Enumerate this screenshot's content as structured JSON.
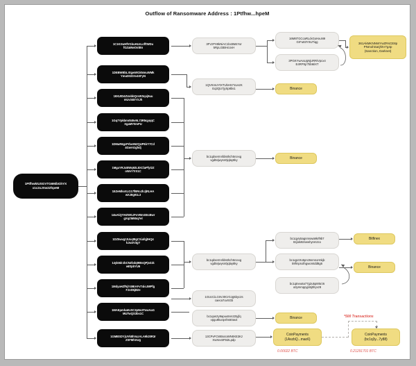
{
  "title": "Outflow of Ransomware Address : 1Ptfhw...hpeM",
  "diagram": {
    "type": "flow-graph",
    "root": {
      "line1": "1PtfhwktUSGVTG6MibGhYX",
      "line2": "x1c2xJXw2ZhpeM"
    },
    "col1": [
      {
        "id": "c1n1",
        "line1": "1C1KXwHfVGbuHUzLofftWDu",
        "line2": "fGZaMwOstBn"
      },
      {
        "id": "c1n2",
        "line1": "1DEBWBbLXtgwWGkNmuWMk",
        "line2": "YmuDGDXv4XFyN"
      },
      {
        "id": "c1n3",
        "line1": "19XUtD4ZUobbQrxWSqvj9uu",
        "line2": "mUv34EYXJh"
      },
      {
        "id": "c1n4",
        "line1": "1Gq7Ypkbmr845v9L73R5qyqqC",
        "line2": "XgaMY0mPU"
      },
      {
        "id": "c1n5",
        "line1": "1DMuR6gzPrbo95ZQUP8irY7Cd",
        "line2": "4GwAGghdj"
      },
      {
        "id": "c1n6",
        "line1": "1MgaYRJxBWq92L8XClaPfyt2Z",
        "line2": "oWvYTrX1C"
      },
      {
        "id": "c1n7",
        "line1": "1EZeMhoXLG17fBRoJhJjRLHA",
        "line2": "wXJ8g91L3"
      },
      {
        "id": "c1n8",
        "line1": "14wAiQYHZWGJFoVBmSEcBwr",
        "line2": "gXqZMN5q7el"
      },
      {
        "id": "c1n9",
        "line1": "1DZ5wvgtJUxqt8gCXiafqjtHQ4",
        "line2": "hJw2V3gY"
      },
      {
        "id": "c1n10",
        "line1": "14yk8drJbCNZbdqt9BsQPjeZzk",
        "line2": "wEtpbYU6"
      },
      {
        "id": "c1n11",
        "line1": "1MdyaHZfNjY49EAFvT4ioJMPfg",
        "line2": "FJvD5jB2e"
      },
      {
        "id": "c1n12",
        "line1": "1MAEpmhaEvSC3pNs3TowAaG",
        "line2": "MUTwQS3bs1C"
      },
      {
        "id": "c1n13",
        "line1": "1GMBSDYjUVk8hVazALA9k20R3r",
        "line2": "ZSFMhXUg"
      }
    ],
    "col2": [
      {
        "id": "c2n1",
        "line1": "3FVzPX9kNiAC1bcBM4Yor",
        "line2": "5RpLGtBHcUvH"
      },
      {
        "id": "c2n2",
        "line1": "1QVKmUYtXTUbHS71UezK",
        "line2": "Eq3QU7jySp8bs1"
      },
      {
        "id": "c2n3",
        "line1": "bc1qdsermnfds6hch5rcexg",
        "line2": "vgd5sjwysn0jqlay8ky"
      },
      {
        "id": "c2n4",
        "line1": "bc1qdsermnfds6hch5rcexg",
        "line2": "vgd5sjwysn0jqlay8ky"
      },
      {
        "id": "c2n5",
        "line1": "1GUcCiLC6VJ0CrGJg5byc2s",
        "line2": "caeca7uvSGb"
      },
      {
        "id": "c2n6",
        "line1": "bc1qan2y9apuu5nn22tyjfq",
        "line2": "vpgu8kurqvths60as4"
      },
      {
        "id": "c2n7",
        "line1": "13CPvFCWBs4oWN9XE3Kz",
        "line2": "XwXex5F5t2Lpdp"
      }
    ],
    "col3": [
      {
        "id": "c3n1",
        "line1": "16M6TGCcaRLckGoHxuN9",
        "line2": "GrFu83YSUTiqg"
      },
      {
        "id": "c3n2",
        "line1": "3PGKYwAaUgNjURRiVpcx4",
        "line2": "E4RPSjr7bbMiXT"
      },
      {
        "id": "c3n3",
        "line1": "bc1qyry5agnmswa9krf9b7",
        "line2": "8zjats92sewhynm2cx"
      },
      {
        "id": "c3n4",
        "line1": "bc1qpzzto5pnz6smnormkjk",
        "line2": "59fmpruifngwomtdd8g6"
      },
      {
        "id": "c3n5",
        "line1": "bc1qtneu6a77g2u5p8r5rz6",
        "line2": "a3ymmppyjs5j0lryxz8"
      }
    ],
    "exchanges": [
      {
        "id": "ex1",
        "label": "Binance"
      },
      {
        "id": "ex2",
        "label": "Binance"
      },
      {
        "id": "ex3",
        "label": "Bitfinex"
      },
      {
        "id": "ex4",
        "label": "Binance"
      },
      {
        "id": "ex5",
        "label": "Binance"
      }
    ],
    "sanction": {
      "line1": "361AkMKNNWYwZRsCE8p",
      "line2": "PNmohSaQf4V7g4p",
      "line3": "(Sanction, Darknet)"
    },
    "coinpayments_left": {
      "name": "CoinPayments",
      "addr": "(1AxzbQ...mao6)",
      "amount": "0.00022 BTC"
    },
    "coinpayments_right": {
      "name": "CoinPayments",
      "addr": "(bc1q3y...7y88)",
      "amount": "0.21291701 BTC"
    },
    "tx_note": "*500 Transactions"
  },
  "colors": {
    "node_black": "#0b0b0b",
    "node_gray": "#efeeec",
    "node_yellow": "#f0dc82",
    "accent_red": "#e0504a",
    "edge": "#5d5d5d",
    "page_bg": "#b9b9b9",
    "canvas_bg": "#ffffff"
  }
}
